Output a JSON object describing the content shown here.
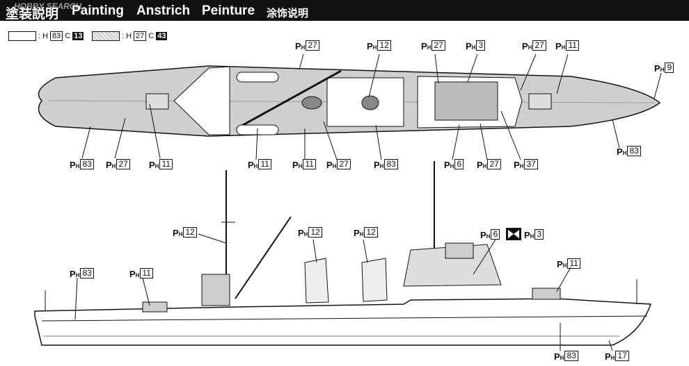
{
  "header": {
    "watermark": "HOBBY SEARCH",
    "title_ja": "塗装説明",
    "title_en": "Painting",
    "title_de": "Anstrich",
    "title_fr": "Peinture",
    "title_zh": "涂饰说明"
  },
  "legend": [
    {
      "prefix": "H",
      "h_code": "83",
      "c_prefix": "C",
      "c_code": "13",
      "swatch": "white"
    },
    {
      "prefix": "H",
      "h_code": "27",
      "c_prefix": "C",
      "c_code": "43",
      "swatch": "hatched"
    }
  ],
  "callout_letters": {
    "p": "P",
    "h": "H"
  },
  "top_view_callouts": [
    "27",
    "12",
    "27",
    "3",
    "27",
    "11",
    "9",
    "83",
    "27",
    "11",
    "11",
    "11",
    "27",
    "83",
    "6",
    "27",
    "37",
    "83"
  ],
  "side_view_callouts": [
    "12",
    "12",
    "12",
    "6",
    "3",
    "83",
    "11",
    "11",
    "83",
    "17"
  ],
  "colors": {
    "ink": "#111111",
    "deck": "#cfcfcf",
    "paper": "#ffffff"
  }
}
